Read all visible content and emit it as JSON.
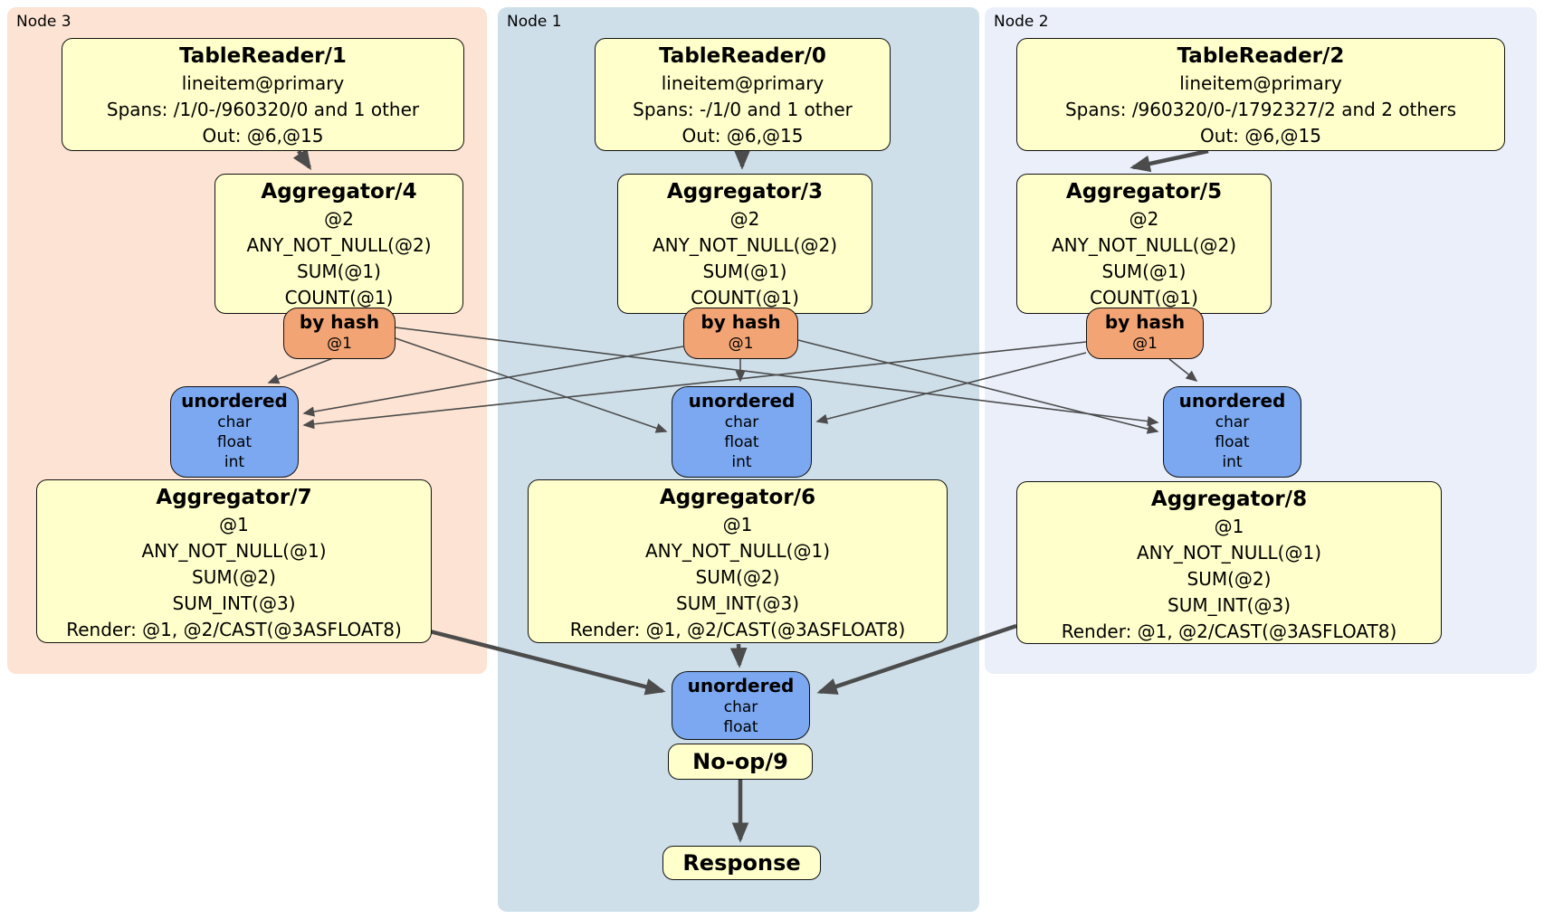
{
  "panels": {
    "node3": {
      "label": "Node 3"
    },
    "node1": {
      "label": "Node 1"
    },
    "node2": {
      "label": "Node 2"
    }
  },
  "boxes": {
    "tr1": {
      "title": "TableReader/1",
      "lines": [
        "lineitem@primary",
        "Spans: /1/0-/960320/0 and 1 other",
        "Out: @6,@15"
      ]
    },
    "tr0": {
      "title": "TableReader/0",
      "lines": [
        "lineitem@primary",
        "Spans: -/1/0 and 1 other",
        "Out: @6,@15"
      ]
    },
    "tr2": {
      "title": "TableReader/2",
      "lines": [
        "lineitem@primary",
        "Spans: /960320/0-/1792327/2 and 2 others",
        "Out: @6,@15"
      ]
    },
    "agg4": {
      "title": "Aggregator/4",
      "lines": [
        "@2",
        "ANY_NOT_NULL(@2)",
        "SUM(@1)",
        "COUNT(@1)"
      ]
    },
    "agg3": {
      "title": "Aggregator/3",
      "lines": [
        "@2",
        "ANY_NOT_NULL(@2)",
        "SUM(@1)",
        "COUNT(@1)"
      ]
    },
    "agg5": {
      "title": "Aggregator/5",
      "lines": [
        "@2",
        "ANY_NOT_NULL(@2)",
        "SUM(@1)",
        "COUNT(@1)"
      ]
    },
    "hash3": {
      "title": "by hash",
      "lines": [
        "@1"
      ]
    },
    "hash1": {
      "title": "by hash",
      "lines": [
        "@1"
      ]
    },
    "hash2": {
      "title": "by hash",
      "lines": [
        "@1"
      ]
    },
    "sync3": {
      "title": "unordered",
      "lines": [
        "char",
        "float",
        "int"
      ]
    },
    "sync1": {
      "title": "unordered",
      "lines": [
        "char",
        "float",
        "int"
      ]
    },
    "sync2": {
      "title": "unordered",
      "lines": [
        "char",
        "float",
        "int"
      ]
    },
    "agg7": {
      "title": "Aggregator/7",
      "lines": [
        "@1",
        "ANY_NOT_NULL(@1)",
        "SUM(@2)",
        "SUM_INT(@3)",
        "Render: @1, @2/CAST(@3ASFLOAT8)"
      ]
    },
    "agg6": {
      "title": "Aggregator/6",
      "lines": [
        "@1",
        "ANY_NOT_NULL(@1)",
        "SUM(@2)",
        "SUM_INT(@3)",
        "Render: @1, @2/CAST(@3ASFLOAT8)"
      ]
    },
    "agg8": {
      "title": "Aggregator/8",
      "lines": [
        "@1",
        "ANY_NOT_NULL(@1)",
        "SUM(@2)",
        "SUM_INT(@3)",
        "Render: @1, @2/CAST(@3ASFLOAT8)"
      ]
    },
    "sync0": {
      "title": "unordered",
      "lines": [
        "char",
        "float"
      ]
    },
    "noop": {
      "title": "No-op/9"
    },
    "response": {
      "title": "Response"
    }
  },
  "colors": {
    "node3_bg": "#fce3d3",
    "node1_bg": "#cfdfe9",
    "node2_bg": "#eaeffa",
    "processor_bg": "#ffffcb",
    "router_bg": "#f2a475",
    "sync_bg": "#7ba8f0",
    "edge": "#4c4c4c"
  }
}
